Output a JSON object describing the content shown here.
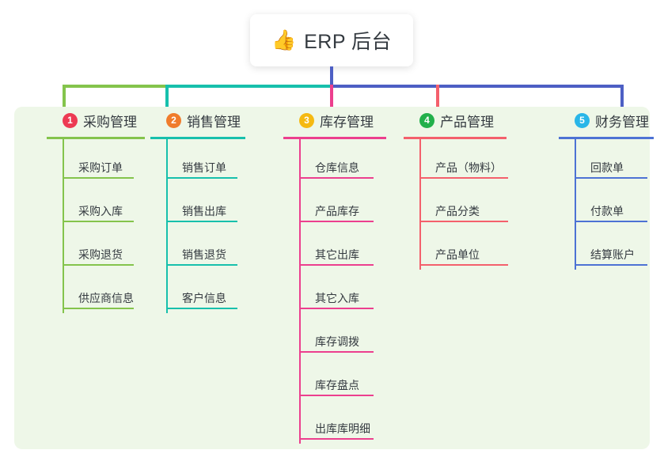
{
  "root": {
    "emoji": "👍",
    "emoji_name": "thumbs-up-icon",
    "title": "ERP 后台"
  },
  "palette": {
    "panel_background": "#eef7e8",
    "page_background": "#ffffff",
    "text": "#343a40",
    "trunk": "#4d5fc4"
  },
  "bus": {
    "segments": [
      {
        "name": "bus-segment-green",
        "color": "#84c44c"
      },
      {
        "name": "bus-segment-teal",
        "color": "#17c0ac"
      },
      {
        "name": "bus-segment-blue",
        "color": "#4d5fc4"
      }
    ]
  },
  "columns": [
    {
      "number": "1",
      "title": "采购管理",
      "badge_color": "#ed3a53",
      "line_color": "#84c44c",
      "items": [
        "采购订单",
        "采购入库",
        "采购退货",
        "供应商信息"
      ]
    },
    {
      "number": "2",
      "title": "销售管理",
      "badge_color": "#f07c2b",
      "line_color": "#17c0ac",
      "items": [
        "销售订单",
        "销售出库",
        "销售退货",
        "客户信息"
      ]
    },
    {
      "number": "3",
      "title": "库存管理",
      "badge_color": "#f5b911",
      "line_color": "#ec3f8e",
      "items": [
        "仓库信息",
        "产品库存",
        "其它出库",
        "其它入库",
        "库存调拨",
        "库存盘点",
        "出库库明细"
      ]
    },
    {
      "number": "4",
      "title": "产品管理",
      "badge_color": "#22b04b",
      "line_color": "#f4606c",
      "items": [
        "产品（物料）",
        "产品分类",
        "产品单位"
      ]
    },
    {
      "number": "5",
      "title": "财务管理",
      "badge_color": "#29b6e8",
      "line_color": "#4d72d4",
      "items": [
        "回款单",
        "付款单",
        "结算账户"
      ]
    }
  ]
}
